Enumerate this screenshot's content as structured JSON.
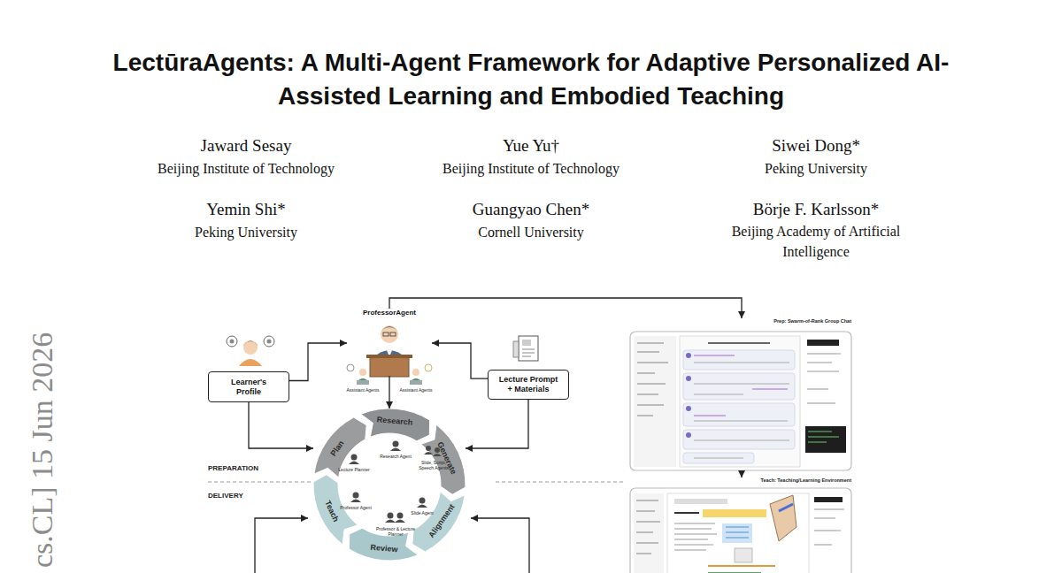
{
  "diagram": {
    "title": "LectūraAgents: A Multi-Agent Framework for Adaptive Personalized AI-Assisted Learning and Embodied Teaching",
    "nodes": [
      {
        "text": [
          "ProfessorAgent"
        ]
      },
      {
        "text": [
          "Learner's Profile"
        ]
      },
      {
        "text": [
          "Lecture Prompt + Materials"
        ]
      },
      {
        "text": [
          "Research",
          "Generate",
          "Alignment",
          "Review",
          "Teach",
          "Plan"
        ]
      },
      {
        "text": [
          "Prep: Swarm-of-Rank Group Chat"
        ]
      },
      {
        "text": [
          "Teach: Teaching/Learning Environment"
        ]
      }
    ],
    "edges": [
      {
        "from": 1,
        "to": 0,
        "arrow": "to"
      },
      {
        "from": 2,
        "to": 0,
        "arrow": "to"
      },
      {
        "from": 0,
        "to": 3,
        "arrow": "to"
      },
      {
        "from": 1,
        "to": 3,
        "arrow": "to"
      },
      {
        "from": 2,
        "to": 3,
        "arrow": "to"
      },
      {
        "from": 0,
        "to": 4,
        "arrow": "to"
      },
      {
        "from": 4,
        "to": 5,
        "arrow": "to"
      }
    ],
    "labels": [
      "Jaward Sesay",
      "Beijing Institute of Technology",
      "Yue Yu†",
      "Beijing Institute of Technology",
      "Siwei Dong*",
      "Peking University",
      "Yemin Shi*",
      "Peking University",
      "Guangyao Chen*",
      "Cornell University",
      "Börje F. Karlsson*",
      "Beijing Academy of Artificial Intelligence",
      "cs.CL] 15 Jun 2026",
      "Assistant Agents",
      "Assistant Agents",
      "PREPARATION",
      "DELIVERY",
      "Research Agent",
      "Lecture Planner",
      "Slide, Script, Speech Agents",
      "Professor Agent",
      "Slide Agent",
      "Professor & Lecture Planner"
    ]
  }
}
